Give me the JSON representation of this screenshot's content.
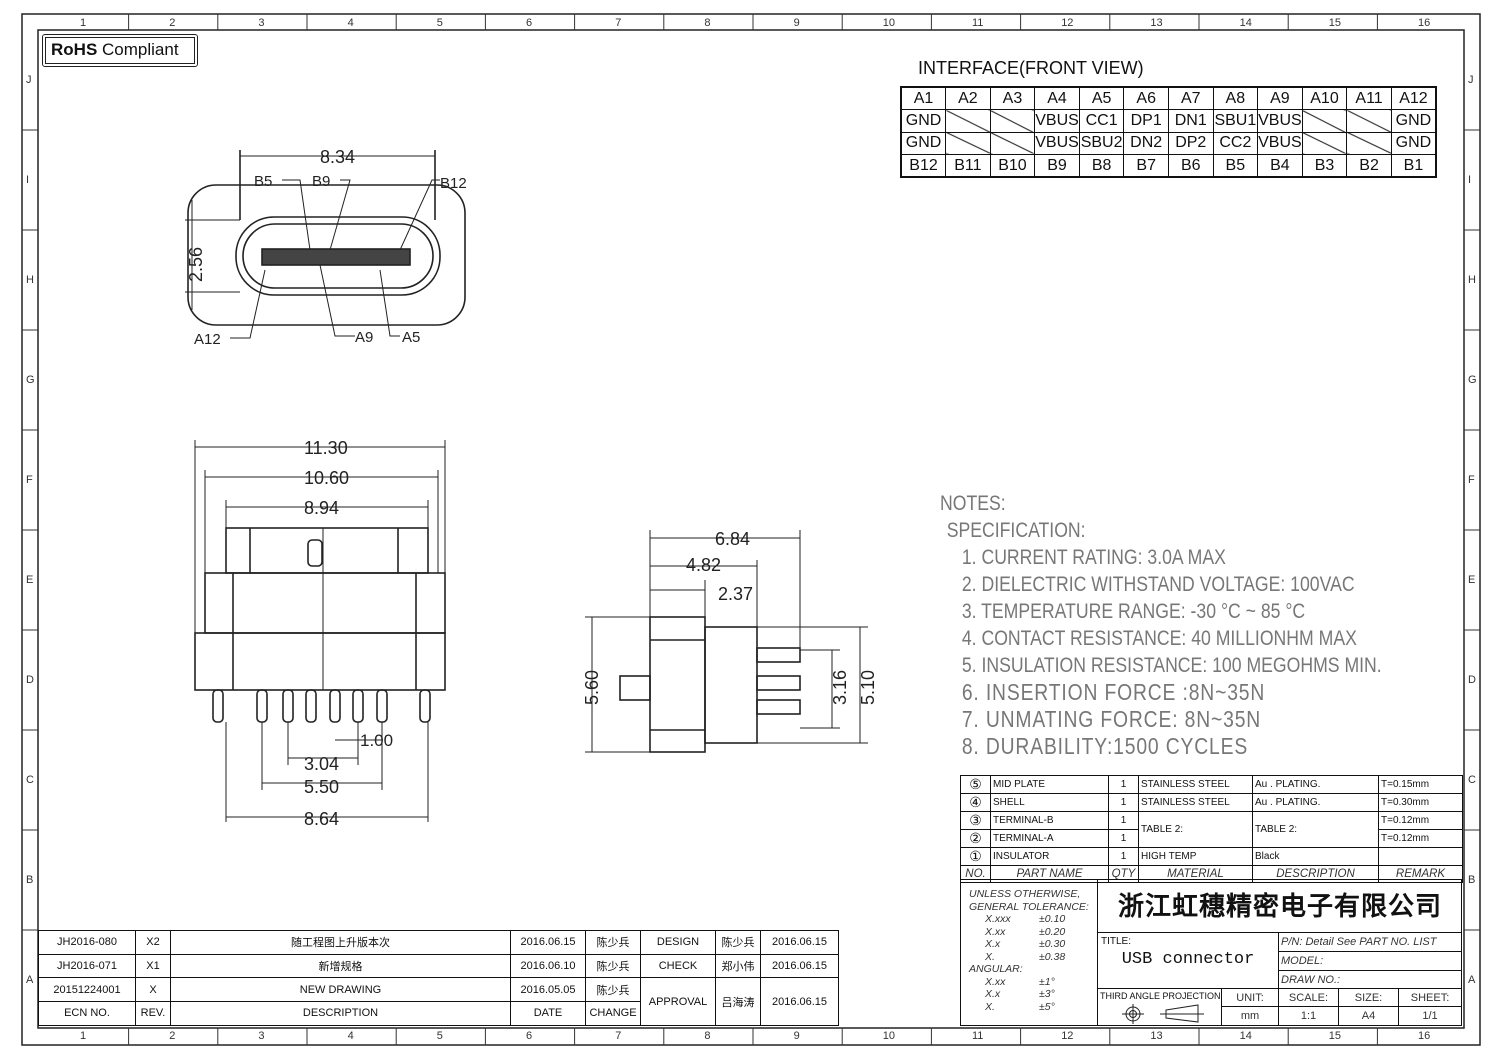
{
  "grid": {
    "columns": [
      "1",
      "2",
      "3",
      "4",
      "5",
      "6",
      "7",
      "8",
      "9",
      "10",
      "11",
      "12",
      "13",
      "14",
      "15",
      "16"
    ],
    "rows": [
      "J",
      "I",
      "H",
      "G",
      "F",
      "E",
      "D",
      "C",
      "B",
      "A"
    ]
  },
  "rohs": {
    "bold": "RoHS",
    "text": "Compliant"
  },
  "interface": {
    "title": "INTERFACE(FRONT  VIEW)",
    "rows": [
      [
        "A1",
        "A2",
        "A3",
        "A4",
        "A5",
        "A6",
        "A7",
        "A8",
        "A9",
        "A10",
        "A11",
        "A12"
      ],
      [
        "GND",
        "",
        "",
        "VBUS",
        "CC1",
        "DP1",
        "DN1",
        "SBU1",
        "VBUS",
        "",
        "",
        "GND"
      ],
      [
        "GND",
        "",
        "",
        "VBUS",
        "SBU2",
        "DN2",
        "DP2",
        "CC2",
        "VBUS",
        "",
        "",
        "GND"
      ],
      [
        "B12",
        "B11",
        "B10",
        "B9",
        "B8",
        "B7",
        "B6",
        "B5",
        "B4",
        "B3",
        "B2",
        "B1"
      ]
    ]
  },
  "top_view": {
    "dims": {
      "width": "8.34",
      "height": "2.56"
    },
    "labels": {
      "b5": "B5",
      "b9": "B9",
      "b12": "B12",
      "a12": "A12",
      "a9": "A9",
      "a5": "A5"
    }
  },
  "front_view": {
    "dims": {
      "d1": "11.30",
      "d2": "10.60",
      "d3": "8.94",
      "pitch": "1.00",
      "d4": "3.04",
      "d5": "5.50",
      "d6": "8.64"
    }
  },
  "side_view": {
    "dims": {
      "d1": "6.84",
      "d2": "4.82",
      "d3": "2.37",
      "h1": "5.60",
      "h2": "3.16",
      "h3": "5.10"
    }
  },
  "notes": {
    "title": "NOTES:",
    "subtitle": "SPECIFICATION:",
    "items": [
      "1. CURRENT RATING: 3.0A MAX",
      "2. DIELECTRIC WITHSTAND VOLTAGE: 100VAC",
      "3. TEMPERATURE RANGE: -30 °C ~ 85 °C",
      "4. CONTACT RESISTANCE: 40 MILLIONHM MAX",
      "5. INSULATION RESISTANCE: 100 MEGOHMS MIN.",
      "6. INSERTION FORCE :8N~35N",
      "7. UNMATING FORCE: 8N~35N",
      "8. DURABILITY:1500 CYCLES"
    ]
  },
  "parts": {
    "rows": [
      {
        "no": "⑤",
        "name": "MID PLATE",
        "qty": "1",
        "material": "STAINLESS STEEL",
        "description": "Au . PLATING.",
        "remark": "T=0.15mm"
      },
      {
        "no": "④",
        "name": "SHELL",
        "qty": "1",
        "material": "STAINLESS STEEL",
        "description": "Au . PLATING.",
        "remark": "T=0.30mm"
      },
      {
        "no": "③",
        "name": "TERMINAL-B",
        "qty": "1",
        "material": "TABLE 2:",
        "description": "TABLE 2:",
        "remark": "T=0.12mm"
      },
      {
        "no": "②",
        "name": "TERMINAL-A",
        "qty": "1",
        "material": "",
        "description": "",
        "remark": "T=0.12mm"
      },
      {
        "no": "①",
        "name": "INSULATOR",
        "qty": "1",
        "material": "HIGH TEMP",
        "description": "Black",
        "remark": ""
      }
    ],
    "headers": {
      "no": "NO.",
      "name": "PART NAME",
      "qty": "QTY",
      "material": "MATERIAL",
      "description": "DESCRIPTION",
      "remark": "REMARK"
    }
  },
  "tolerance": {
    "heading1": "UNLESS OTHERWISE,",
    "heading2": "GENERAL TOLERANCE:",
    "linear": [
      [
        "X.xxx",
        "±0.10"
      ],
      [
        "X.xx",
        "±0.20"
      ],
      [
        "X.x",
        "±0.30"
      ],
      [
        "X.",
        "±0.38"
      ]
    ],
    "angular_label": "ANGULAR:",
    "angular": [
      [
        "X.xx",
        "±1°"
      ],
      [
        "X.x",
        "±3°"
      ],
      [
        "X.",
        "±5°"
      ]
    ]
  },
  "title_block": {
    "company": "浙江虹穗精密电子有限公司",
    "title_label": "TITLE:",
    "title": "USB connector",
    "pn": "P/N: Detail  See  PART  NO.  LIST",
    "model": "MODEL:",
    "draw_no": "DRAW  NO.:",
    "projection": "THIRD ANGLE PROJECTION",
    "unit_label": "UNIT:",
    "unit": "mm",
    "scale_label": "SCALE:",
    "scale": "1:1",
    "size_label": "SIZE:",
    "size": "A4",
    "sheet_label": "SHEET:",
    "sheet": "1/1"
  },
  "revisions": {
    "rows": [
      {
        "ecn": "JH2016-080",
        "rev": "X2",
        "desc": "随工程图上升版本次",
        "date": "2016.06.15",
        "change": "陈少兵"
      },
      {
        "ecn": "JH2016-071",
        "rev": "X1",
        "desc": "新增规格",
        "date": "2016.06.10",
        "change": "陈少兵"
      },
      {
        "ecn": "20151224001",
        "rev": "X",
        "desc": "NEW DRAWING",
        "date": "2016.05.05",
        "change": "陈少兵"
      }
    ],
    "headers": {
      "ecn": "ECN NO.",
      "rev": "REV.",
      "desc": "DESCRIPTION",
      "date": "DATE",
      "change": "CHANGE"
    },
    "approvals": [
      {
        "role": "DESIGN",
        "name": "陈少兵",
        "date": "2016.06.15"
      },
      {
        "role": "CHECK",
        "name": "郑小伟",
        "date": "2016.06.15"
      },
      {
        "role": "APPROVAL",
        "name": "吕海涛",
        "date": "2016.06.15"
      }
    ]
  }
}
